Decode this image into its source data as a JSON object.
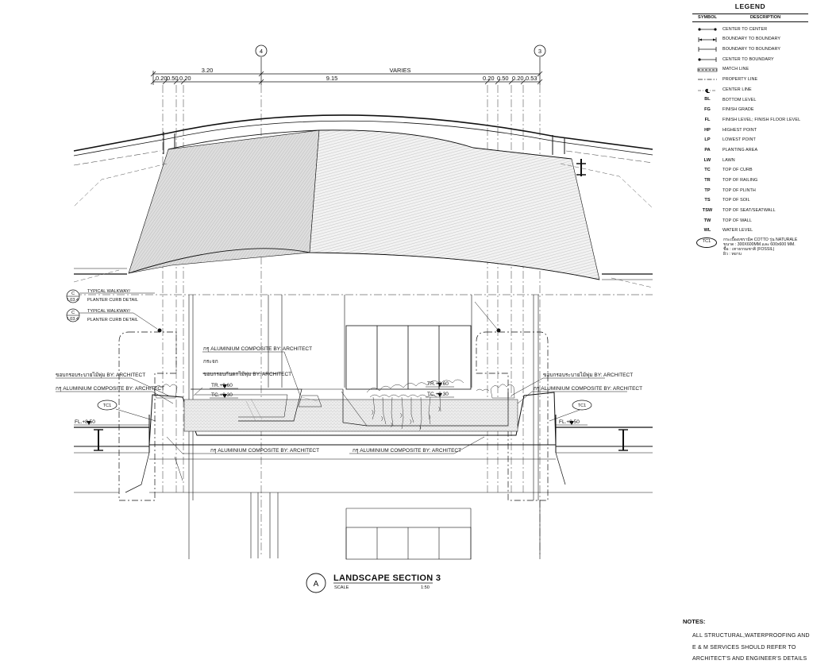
{
  "title_block": {
    "marker": "A",
    "title": "LANDSCAPE SECTION 3",
    "scale_label": "SCALE",
    "scale_value": "1:50"
  },
  "grid_bubbles": {
    "left": "4",
    "right": "3"
  },
  "dimensions": {
    "top_left": "3.20",
    "top_right": "VARIES",
    "main": "9.15",
    "left_small": [
      "0.20",
      "0.50",
      "0.20"
    ],
    "right_small": [
      "0.20",
      "0.50",
      "0.20",
      "0.53"
    ]
  },
  "section_refs": [
    {
      "top": "C",
      "bottom": "L03.4",
      "label1": "TYPICAL WALKWAY/",
      "label2": "PLANTER CURB DETAIL"
    },
    {
      "top": "C",
      "bottom": "L03.4",
      "label1": "TYPICAL WALKWAY/",
      "label2": "PLANTER CURB DETAIL"
    }
  ],
  "annotations": {
    "alu_center_top": "กรุ ALUMINIUM COMPOSITE BY: ARCHITECT",
    "glass": "กระจก",
    "planter_frame_center": "ขอบกรอบกันตกไม้พุ่ม BY: ARCHITECT",
    "tr_left": "TR.+9.60",
    "tc_left": "TC.+9.30",
    "tr_right": "TR.+9.60",
    "tc_right": "TC.+9.30",
    "planter_frame_left": "ขอบกรอบระบายไม้พุ่ม BY: ARCHITECT",
    "alu_left": "กรุ ALUMINIUM COMPOSITE BY: ARCHITECT",
    "planter_frame_right": "ขอบกรอบระบายไม้พุ่ม BY: ARCHITECT",
    "alu_right": "กรุ ALUMINIUM COMPOSITE BY: ARCHITECT",
    "tc1_left": "TC1",
    "tc1_right": "TC1",
    "fl_left": "FL.+8.50",
    "fl_right": "FL.+8.50",
    "alu_bottom_left": "กรุ ALUMINIUM COMPOSITE BY: ARCHITECT",
    "alu_bottom_right": "กรุ ALUMINIUM COMPOSITE BY: ARCHITECT"
  },
  "legend": {
    "title": "LEGEND",
    "header_symbol": "SYMBOL",
    "header_description": "DESCRIPTION",
    "line_items": [
      {
        "symbol_icon": "center-to-center-icon",
        "description": "CENTER TO CENTER"
      },
      {
        "symbol_icon": "boundary-to-boundary-icon",
        "description": "BOUNDARY TO BOUNDARY"
      },
      {
        "symbol_icon": "boundary-to-boundary-plain-icon",
        "description": "BOUNDARY TO BOUNDARY"
      },
      {
        "symbol_icon": "center-to-boundary-icon",
        "description": "CENTER TO BOUNDARY"
      },
      {
        "symbol_icon": "match-line-icon",
        "description": "MATCH LINE"
      },
      {
        "symbol_icon": "property-line-icon",
        "description": "PROPERTY LINE"
      },
      {
        "symbol_icon": "center-line-icon",
        "description": "CENTER LINE"
      }
    ],
    "abbreviations": [
      {
        "symbol": "BL",
        "description": "BOTTOM LEVEL"
      },
      {
        "symbol": "FG",
        "description": "FINISH GRADE"
      },
      {
        "symbol": "FL",
        "description": "FINISH LEVEL; FINISH FLOOR LEVEL"
      },
      {
        "symbol": "HP",
        "description": "HIGHEST POINT"
      },
      {
        "symbol": "LP",
        "description": "LOWEST POINT"
      },
      {
        "symbol": "PA",
        "description": "PLANTING AREA"
      },
      {
        "symbol": "LW",
        "description": "LAWN"
      },
      {
        "symbol": "TC",
        "description": "TOP OF CURB"
      },
      {
        "symbol": "TR",
        "description": "TOP OF RAILING"
      },
      {
        "symbol": "TP",
        "description": "TOP OF PLINTH"
      },
      {
        "symbol": "TS",
        "description": "TOP OF SOIL"
      },
      {
        "symbol": "TSW",
        "description": "TOP OF SEAT/SEATWALL"
      },
      {
        "symbol": "TW",
        "description": "TOP OF WALL"
      },
      {
        "symbol": "WL",
        "description": "WATER LEVEL"
      }
    ],
    "tc1": {
      "badge": "TC1",
      "line1": "กระเบื้องเซรามิค COTTO รุ่น NATURALE",
      "line2": "ขนาด : 300X600MM.และ 600x600 MM.",
      "line3": "ชื่อ : เทาธรรมชาติ (FOSSIL)",
      "line4": "ผิว : หยาบ"
    }
  },
  "notes": {
    "title": "NOTES:",
    "lines": [
      "ALL STRUCTURAL,WATERPROOFING AND",
      "E & M SERVICES SHOULD REFER TO",
      "ARCHITECT'S AND ENGINEER'S DETAILS"
    ]
  },
  "colors": {
    "ink": "#111111",
    "hatch_fill": "#d8d8d8",
    "paper": "#ffffff"
  }
}
